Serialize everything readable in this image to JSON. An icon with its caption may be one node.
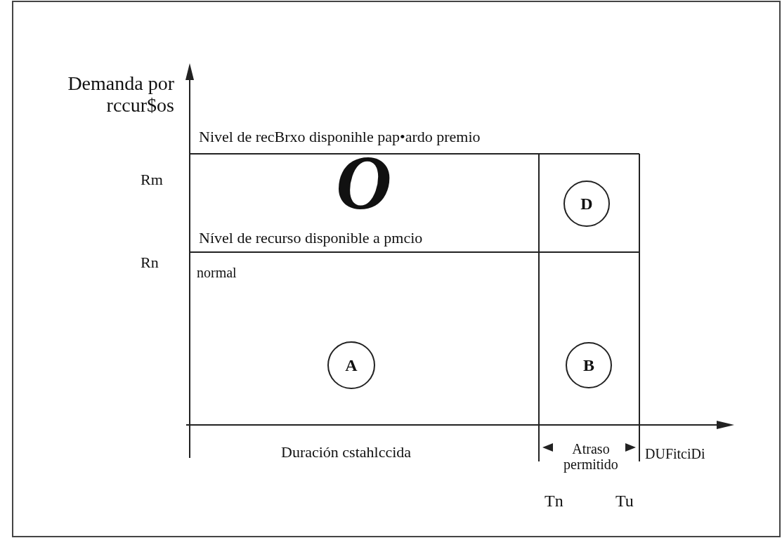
{
  "diagram": {
    "nodes": [
      {
        "text": [
          "D"
        ]
      },
      {
        "text": [
          "A"
        ]
      },
      {
        "text": [
          "B"
        ]
      }
    ],
    "labels": [
      "Demanda por rccur$os",
      "Nivel de recBrxo disponihle pap•ardo premio",
      "Rm",
      "O",
      "Nível de recurso disponible a pmcio",
      "Rn",
      "normal",
      "Duración cstahlccida",
      "Atraso permitido",
      "DUFitciDi",
      "Tn",
      "Tu"
    ]
  }
}
